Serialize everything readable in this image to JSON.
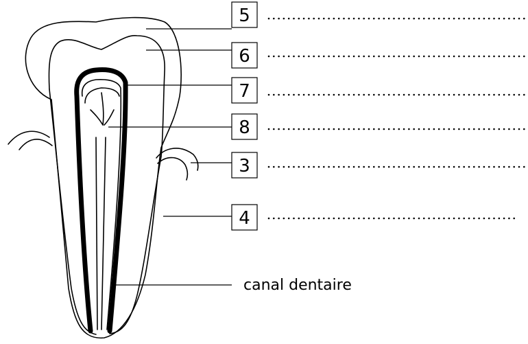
{
  "labels": [
    {
      "number": "5",
      "answer_line": ""
    },
    {
      "number": "6",
      "answer_line": ""
    },
    {
      "number": "7",
      "answer_line": ""
    },
    {
      "number": "8",
      "answer_line": ""
    },
    {
      "number": "3",
      "answer_line": ""
    },
    {
      "number": "4",
      "answer_line": ""
    }
  ],
  "caption": "canal dentaire"
}
